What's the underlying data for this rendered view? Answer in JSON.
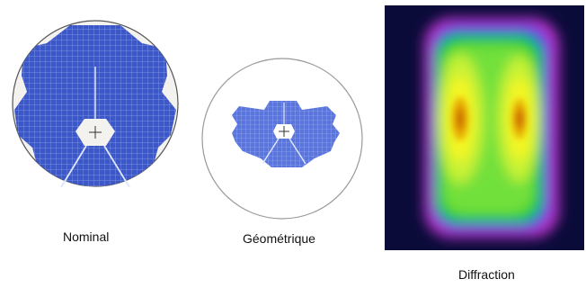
{
  "figure": {
    "panels": [
      {
        "id": "nominal",
        "caption": "Nominal"
      },
      {
        "id": "geometric",
        "caption": "Géométrique"
      },
      {
        "id": "diffraction",
        "caption": "Diffraction"
      }
    ]
  },
  "colors": {
    "mirror_blue": "#3b57c9",
    "mirror_grid": "#8fa3ee",
    "circle_outline": "#a0a0a0",
    "pupil_fill": "#f3f2ee",
    "background_dark": "#0b0b3a"
  }
}
